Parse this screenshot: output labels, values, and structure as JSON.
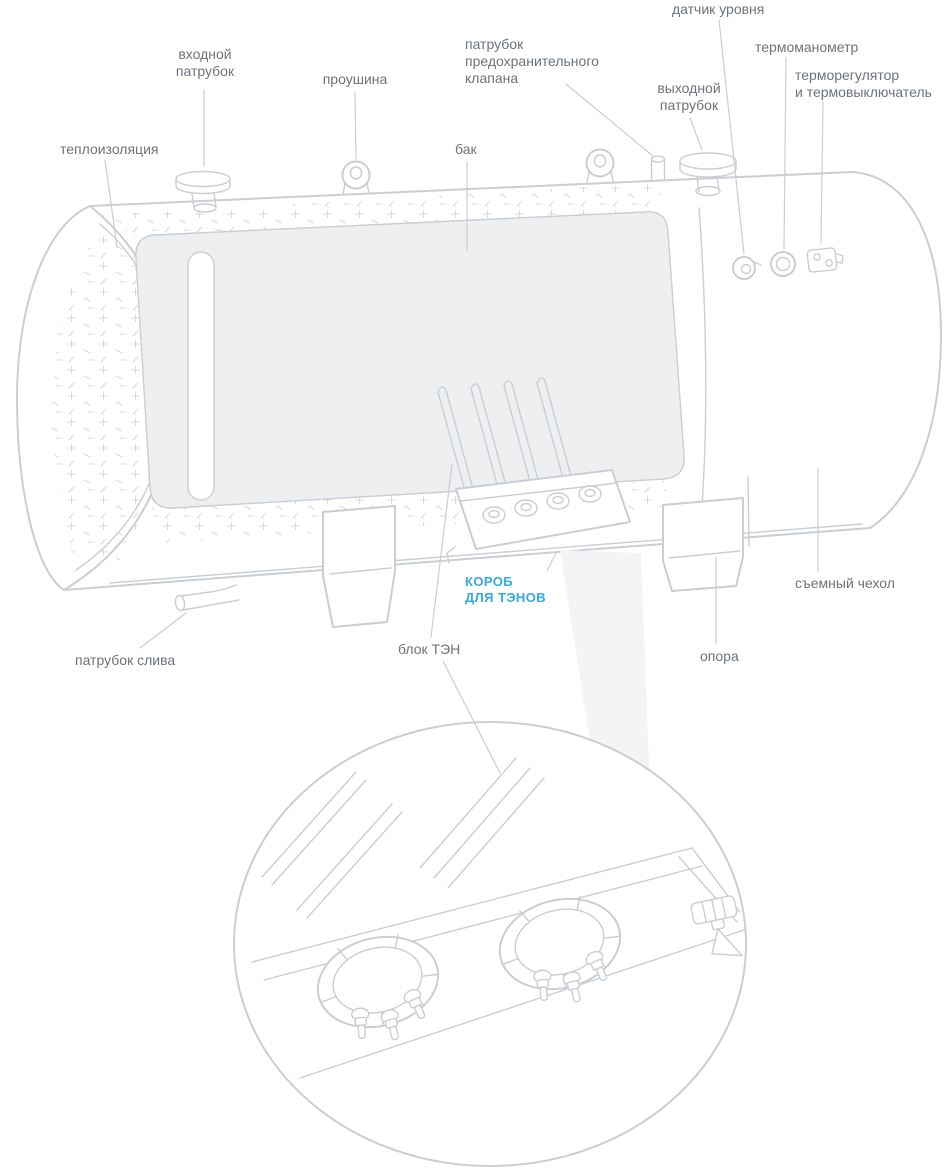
{
  "colors": {
    "accent": "#36a9dd",
    "line": "#c9ced4",
    "text": "#6d737a",
    "fill-light": "#edeff1",
    "fill-faint": "#f3f4f6"
  },
  "callouts": {
    "insulation": {
      "label": "теплоизоляция"
    },
    "inlet": {
      "label": "входной\nпатрубок"
    },
    "lug": {
      "label": "проушина"
    },
    "tank": {
      "label": "бак"
    },
    "safety_valve_pipe": {
      "label": "патрубок\nпредохранительного\nклапана"
    },
    "level_sensor": {
      "label": "датчик уровня"
    },
    "outlet": {
      "label": "выходной\nпатрубок"
    },
    "thermomanometer": {
      "label": "термоманометр"
    },
    "thermostat": {
      "label": "терморегулятор\nи термовыключатель"
    },
    "removable_cover": {
      "label": "съемный чехол"
    },
    "drain": {
      "label": "патрубок слива"
    },
    "heater_block": {
      "label": "блок ТЭН"
    },
    "heater_box": {
      "label": "КОРОБ\nДЛЯ ТЭНОВ"
    },
    "support": {
      "label": "опора"
    }
  }
}
